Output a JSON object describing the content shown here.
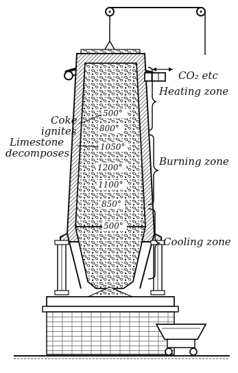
{
  "diagram": {
    "zones": {
      "heating": "Heating zone",
      "burning": "Burning zone",
      "cooling": "Cooling zone"
    },
    "annotations": {
      "exhaust": "CO₂ etc",
      "coke_line1": "Coke",
      "coke_line2": "ignites",
      "lime_line1": "Limestone",
      "lime_line2": "decomposes"
    },
    "temperatures": [
      "500°",
      "800°",
      "1050°",
      "1200°",
      "1100°",
      "850°",
      "500°"
    ]
  }
}
